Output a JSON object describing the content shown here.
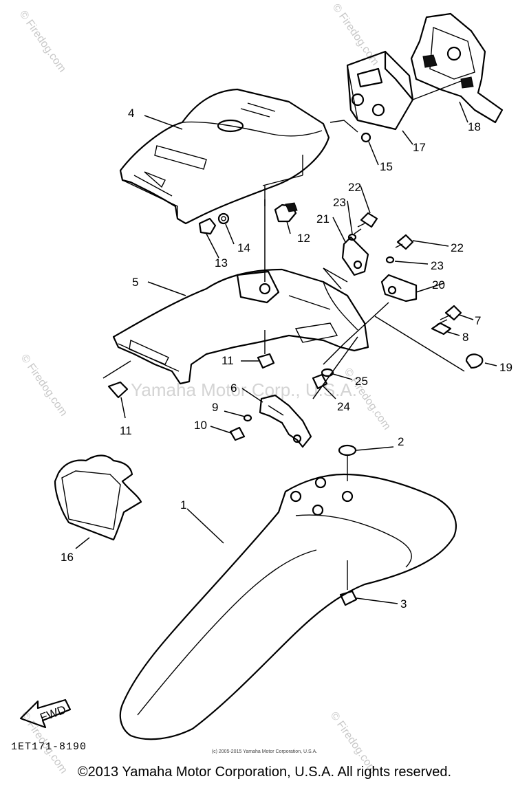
{
  "callouts": [
    "4",
    "17",
    "18",
    "15",
    "12",
    "13",
    "14",
    "22",
    "23",
    "21",
    "22",
    "23",
    "5",
    "20",
    "7",
    "8",
    "19",
    "11",
    "25",
    "24",
    "6",
    "9",
    "10",
    "11",
    "2",
    "1",
    "16",
    "3"
  ],
  "fwd_label": "FWD",
  "diagram_code": "1ET171-8190",
  "small_copyright": "(c) 2005-2015 Yamaha Motor Corporation, U.S.A.",
  "copyright": "©2013 Yamaha Motor Corporation, U.S.A. All rights reserved.",
  "watermarks": {
    "site": "© Firedog.com",
    "brand": "Yamaha Motor Corp., U.S.A."
  },
  "colors": {
    "ink": "#000000",
    "watermark": "#c8c8c8"
  }
}
